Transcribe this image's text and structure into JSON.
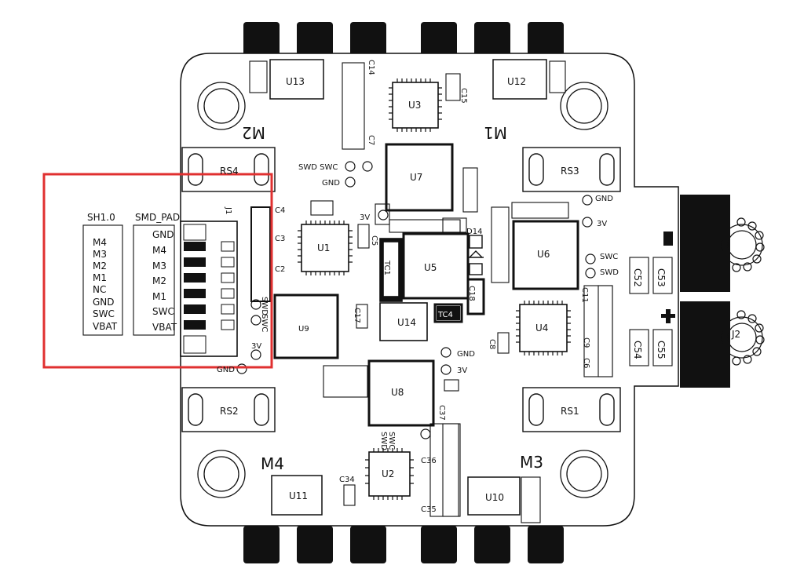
{
  "board": {
    "motors": {
      "m1": "M1",
      "m2": "M2",
      "m3": "M3",
      "m4": "M4"
    },
    "resistors": {
      "rs1": "RS1",
      "rs2": "RS2",
      "rs3": "RS3",
      "rs4": "RS4"
    },
    "chips": {
      "u1": "U1",
      "u2": "U2",
      "u3": "U3",
      "u4": "U4",
      "u5": "U5",
      "u6": "U6",
      "u7": "U7",
      "u8": "U8",
      "u9": "U9",
      "u10": "U10",
      "u11": "U11",
      "u12": "U12",
      "u13": "U13",
      "u14": "U14"
    },
    "caps": {
      "c2": "C2",
      "c3": "C3",
      "c4": "C4",
      "c5": "C5",
      "c6": "C6",
      "c7": "C7",
      "c8": "C8",
      "c9": "C9",
      "c11": "C11",
      "c14": "C14",
      "c15": "C15",
      "c17": "C17",
      "c18": "C18",
      "c34": "C34",
      "c35": "C35",
      "c36": "C36",
      "c37": "C37",
      "c52": "C52",
      "c53": "C53",
      "c54": "C54",
      "c55": "C55"
    },
    "misc": {
      "tc1": "TC1",
      "tc4": "TC4",
      "d14": "D14",
      "j1": "J1",
      "j2": "J2"
    },
    "pads": {
      "swd_swc_top": "SWD SWC",
      "gnd": "GND",
      "v3": "3V",
      "swc": "SWC",
      "swd": "SWD",
      "gnd_left": "GND"
    },
    "polarity": {
      "minus": "−",
      "plus": "+"
    }
  },
  "connector": {
    "sh_title": "SH1.0",
    "smd_title": "SMD_PAD",
    "sh_pins": [
      "M4",
      "M3",
      "M2",
      "M1",
      "NC",
      "GND",
      "SWC",
      "VBAT"
    ],
    "smd_pins": [
      "GND",
      "M4",
      "M3",
      "M2",
      "M1",
      "SWC",
      "VBAT"
    ]
  },
  "highlight": {
    "color": "#e03030"
  }
}
